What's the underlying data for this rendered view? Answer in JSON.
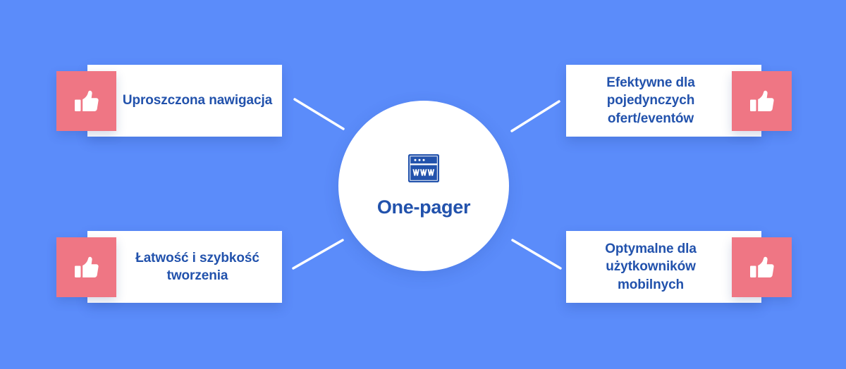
{
  "theme": {
    "background_color": "#5b8cfa",
    "card_color": "#ffffff",
    "icon_box_color": "#ef7684",
    "text_color": "#2252ac",
    "connector_color": "#ffffff"
  },
  "center": {
    "label": "One-pager",
    "icon": "browser-www-icon",
    "icon_text": "www"
  },
  "cards": [
    {
      "id": "top-left",
      "icon": "thumbs-up-icon",
      "lines": [
        "Uproszczona",
        "nawigacja"
      ],
      "text": "Uproszczona nawigacja",
      "icon_side": "left"
    },
    {
      "id": "top-right",
      "icon": "thumbs-up-icon",
      "lines": [
        "Efektywne dla",
        "pojedynczych",
        "ofert/eventów"
      ],
      "text": "Efektywne dla pojedynczych ofert/eventów",
      "icon_side": "right"
    },
    {
      "id": "bottom-left",
      "icon": "thumbs-up-icon",
      "lines": [
        "Łatwość i szybkość",
        "tworzenia"
      ],
      "text": "Łatwość i szybkość tworzenia",
      "icon_side": "left"
    },
    {
      "id": "bottom-right",
      "icon": "thumbs-up-icon",
      "lines": [
        "Optymalne dla",
        "użytkowników",
        "mobilnych"
      ],
      "text": "Optymalne dla użytkowników mobilnych",
      "icon_side": "right"
    }
  ]
}
